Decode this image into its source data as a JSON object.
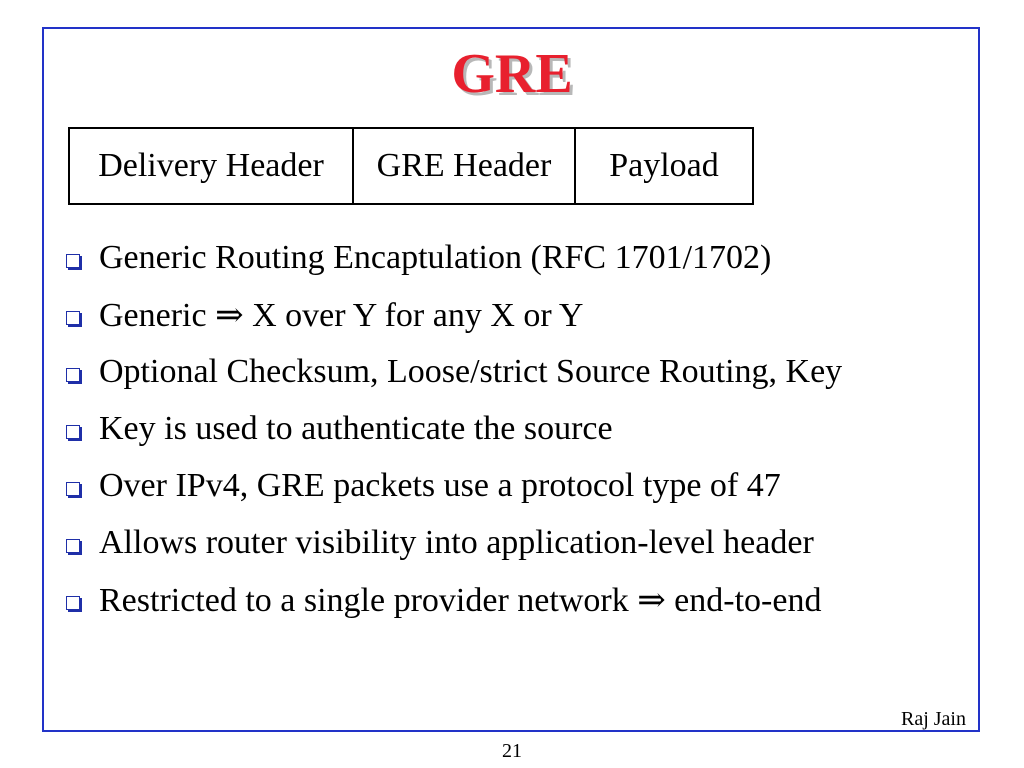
{
  "slide": {
    "title": "GRE",
    "packet_fields": [
      "Delivery Header",
      "GRE Header",
      "Payload"
    ],
    "bullets": [
      "Generic Routing Encaptulation (RFC 1701/1702)",
      "Generic ⇒ X over Y for any X or Y",
      "Optional Checksum, Loose/strict Source Routing, Key",
      "Key is used to authenticate the source",
      "Over IPv4, GRE packets use a protocol type of 47",
      "Allows router visibility into application-level header",
      "Restricted to a single provider network ⇒  end-to-end"
    ],
    "author": "Raj Jain",
    "page_number": "21"
  },
  "colors": {
    "title": "#e8202e",
    "frame": "#2233c8",
    "bullet_box": "#1f2fa8"
  },
  "icons": {
    "bullet": "hollow-square-bullet-icon"
  }
}
